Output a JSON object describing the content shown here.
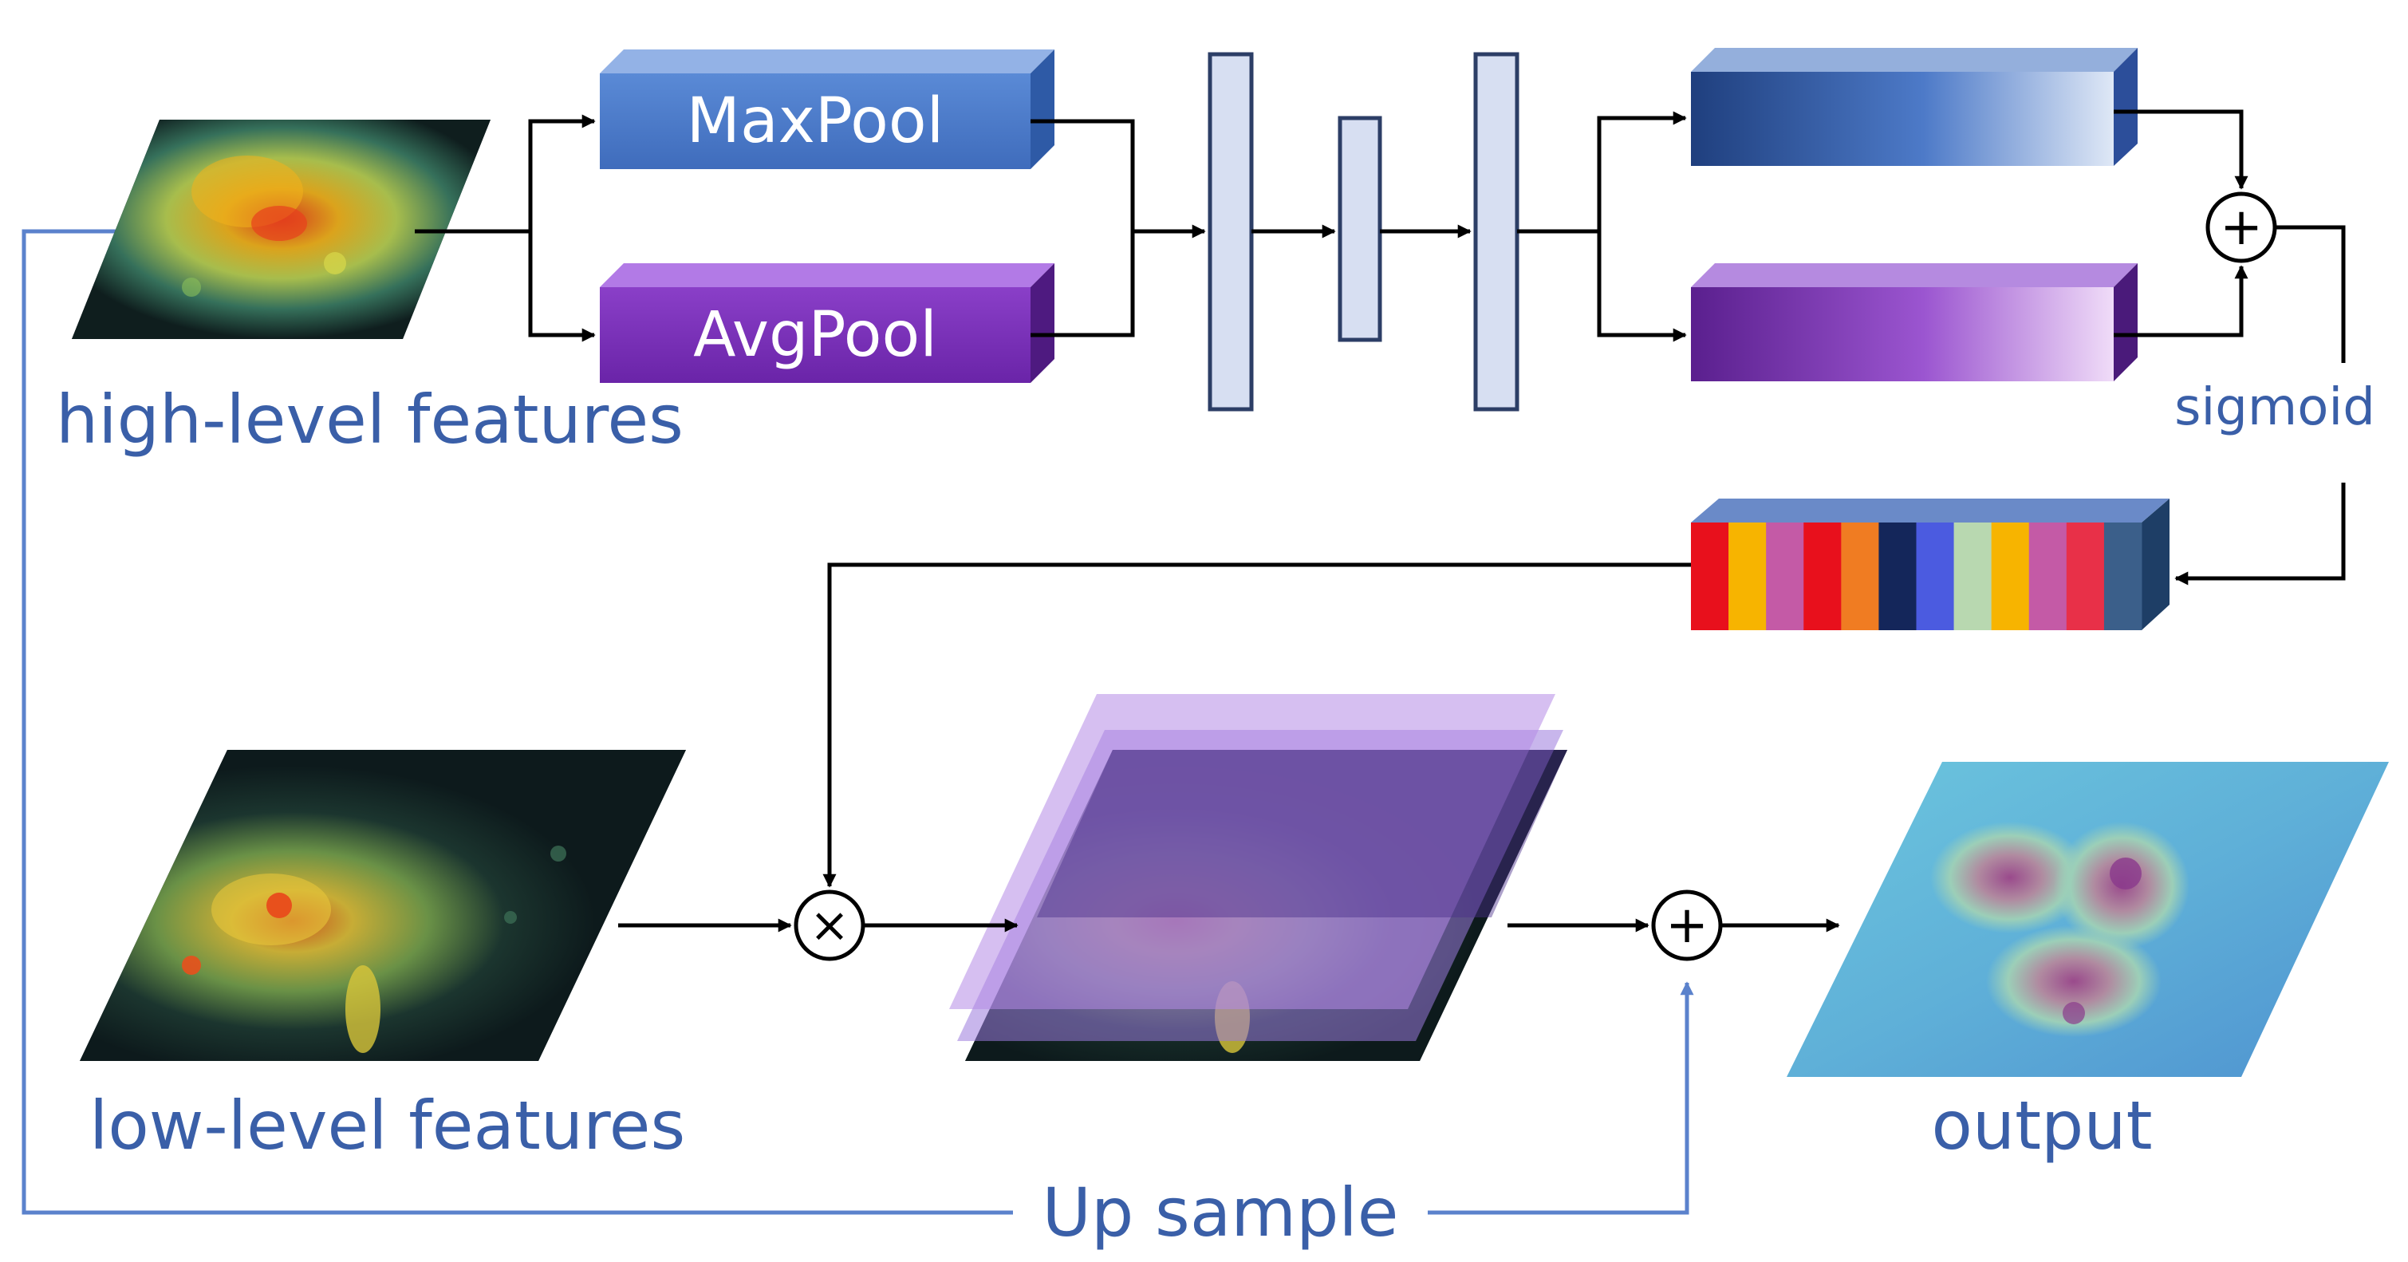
{
  "labels": {
    "maxpool": "MaxPool",
    "avgpool": "AvgPool",
    "high_level": "high-level features",
    "low_level": "low-level features",
    "sigmoid": "sigmoid",
    "output": "output",
    "up_sample": "Up sample",
    "plus": "+",
    "times": "×"
  },
  "colors": {
    "label_blue": "#3a5fa8",
    "maxpool_face": "#4a78c8",
    "avgpool_face": "#7a2fb8",
    "fc_fill": "#d7dff2",
    "fc_stroke": "#2c3e66",
    "skip_line": "#5b82cc",
    "arrow": "#000000"
  },
  "channel_colors": [
    "#e8101c",
    "#f7b400",
    "#c45aa6",
    "#e8101c",
    "#f07c22",
    "#14265a",
    "#4b5be0",
    "#b8d8b0",
    "#f7b400",
    "#c45aa6",
    "#e83048",
    "#3b5f8a"
  ]
}
